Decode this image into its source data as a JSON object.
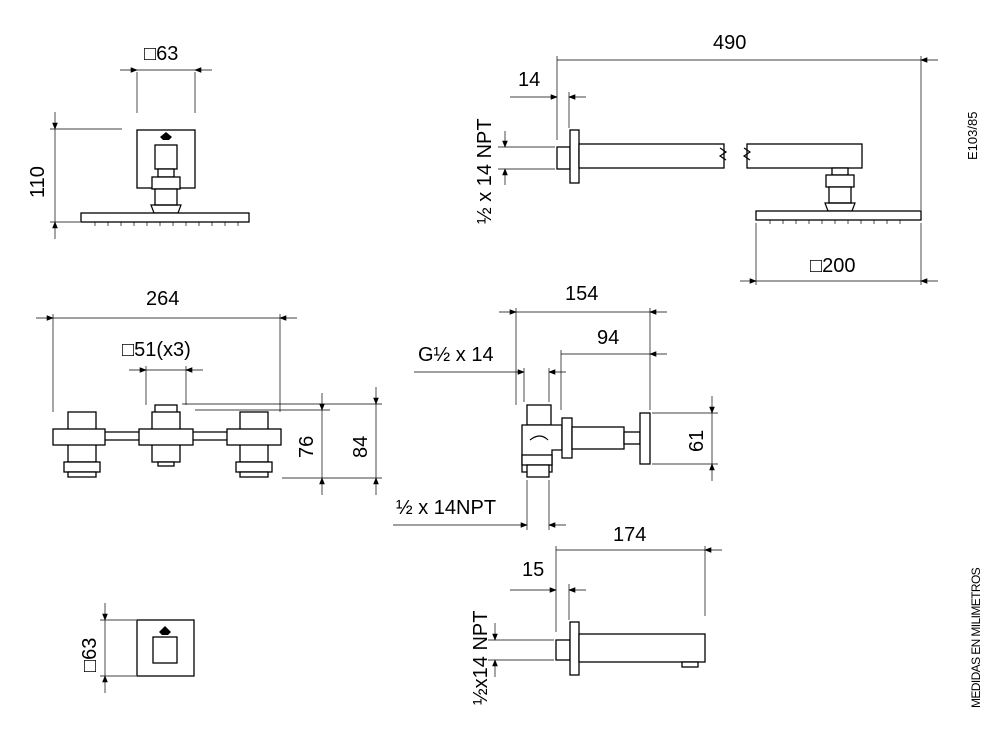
{
  "drawing": {
    "ref_code": "E103/85",
    "units_note": "MEDIDAS EN MILIMETROS",
    "dimensions": {
      "d_sq63_top": "□63",
      "d_110": "110",
      "d_490": "490",
      "d_14": "14",
      "d_npt_arm": "½ x 14 NPT",
      "d_sq200": "□200",
      "d_264": "264",
      "d_sq51x3": "□51(x3)",
      "d_76": "76",
      "d_84": "84",
      "d_154": "154",
      "d_g12x14": "G½ x 14",
      "d_94": "94",
      "d_61": "61",
      "d_npt_valve": "½ x 14NPT",
      "d_174": "174",
      "d_15": "15",
      "d_npt_spout": "½x14 NPT",
      "d_sq63_bottom": "□63"
    }
  }
}
